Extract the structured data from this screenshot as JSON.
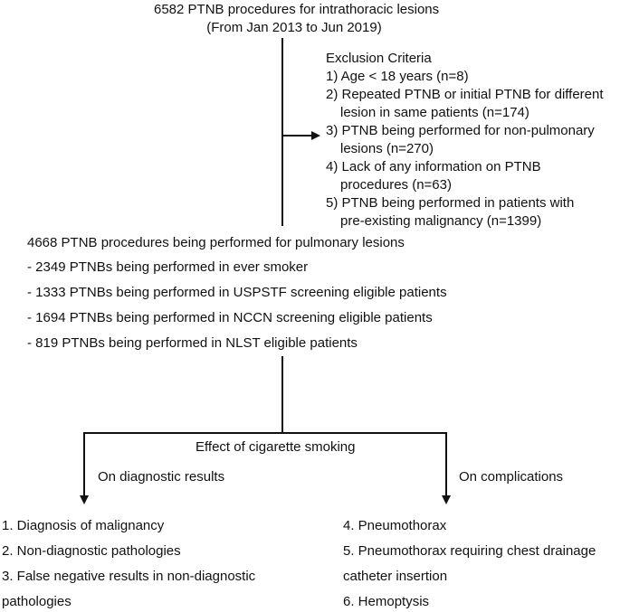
{
  "top": {
    "title": "6582 PTNB procedures for intrathoracic lesions",
    "subtitle": "(From Jan 2013 to Jun 2019)"
  },
  "exclusion": {
    "heading": "Exclusion Criteria",
    "items": [
      [
        "1) Age < 18 years (n=8)"
      ],
      [
        "2) Repeated PTNB or initial PTNB for different",
        "lesion in same patients (n=174)"
      ],
      [
        "3) PTNB being performed for non-pulmonary",
        "lesions (n=270)"
      ],
      [
        "4) Lack of any information on PTNB",
        "procedures (n=63)"
      ],
      [
        "5) PTNB being performed in patients with",
        "pre-existing malignancy (n=1399)"
      ]
    ]
  },
  "middle": {
    "title": "4668 PTNB procedures being performed for pulmonary lesions",
    "items": [
      "-  2349 PTNBs being performed in ever smoker",
      "-  1333 PTNBs being performed in USPSTF screening eligible patients",
      "-  1694 PTNBs being performed in NCCN screening eligible patients",
      "-  819 PTNBs being performed in NLST eligible patients"
    ]
  },
  "effect": {
    "title": "Effect of cigarette smoking",
    "left_label": "On diagnostic results",
    "right_label": "On complications"
  },
  "diagnostic_outcomes": [
    "1. Diagnosis of malignancy",
    "2. Non-diagnostic pathologies",
    "3. False negative results in non-diagnostic",
    "pathologies"
  ],
  "complication_outcomes": [
    "4. Pneumothorax",
    "5. Pneumothorax requiring chest drainage",
    "catheter insertion",
    "6. Hemoptysis"
  ]
}
